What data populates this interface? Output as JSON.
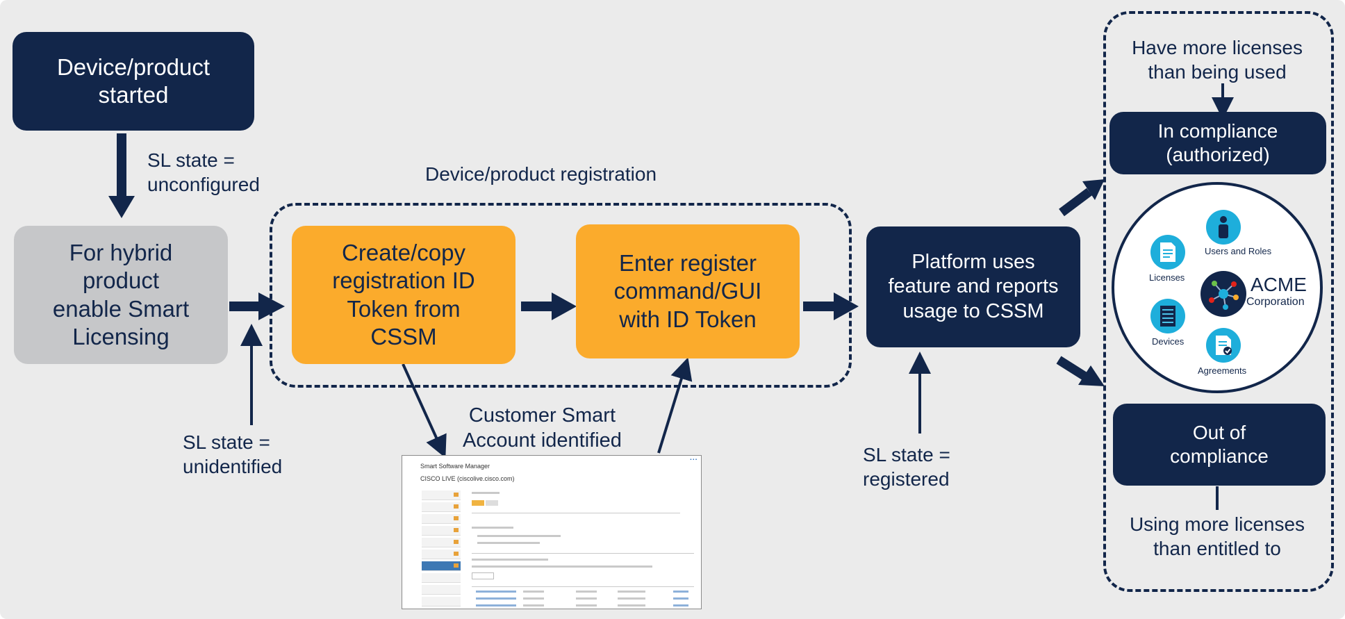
{
  "boxes": {
    "device_started": "Device/product\nstarted",
    "hybrid_enable": "For hybrid\nproduct\nenable Smart\nLicensing",
    "create_token": "Create/copy\nregistration ID\nToken from\nCSSM",
    "enter_register": "Enter register\ncommand/GUI\nwith ID Token",
    "platform_uses": "Platform uses\nfeature and reports\nusage to CSSM",
    "in_compliance": "In compliance\n(authorized)",
    "out_of_compliance": "Out of\ncompliance"
  },
  "labels": {
    "sl_unconfigured": "SL state =\nunconfigured",
    "registration_group": "Device/product registration",
    "sl_unidentified": "SL state =\nunidentified",
    "customer_account": "Customer Smart\nAccount identified",
    "sl_registered": "SL state =\nregistered",
    "more_licenses": "Have more licenses\nthan being used",
    "using_more": "Using more licenses\nthan entitled to"
  },
  "acme": {
    "name": "ACME",
    "subtitle": "Corporation",
    "licenses": "Licenses",
    "users_roles": "Users and Roles",
    "devices": "Devices",
    "agreements": "Agreements"
  },
  "screenshot": {
    "app_title": "Smart Software Manager",
    "account": "CISCO LIVE (ciscolive.cisco.com)"
  },
  "colors": {
    "navy": "#12264a",
    "orange": "#fbab2c",
    "grey": "#c6c7c9",
    "background": "#ebebeb",
    "icon_blue": "#1eaedb"
  }
}
